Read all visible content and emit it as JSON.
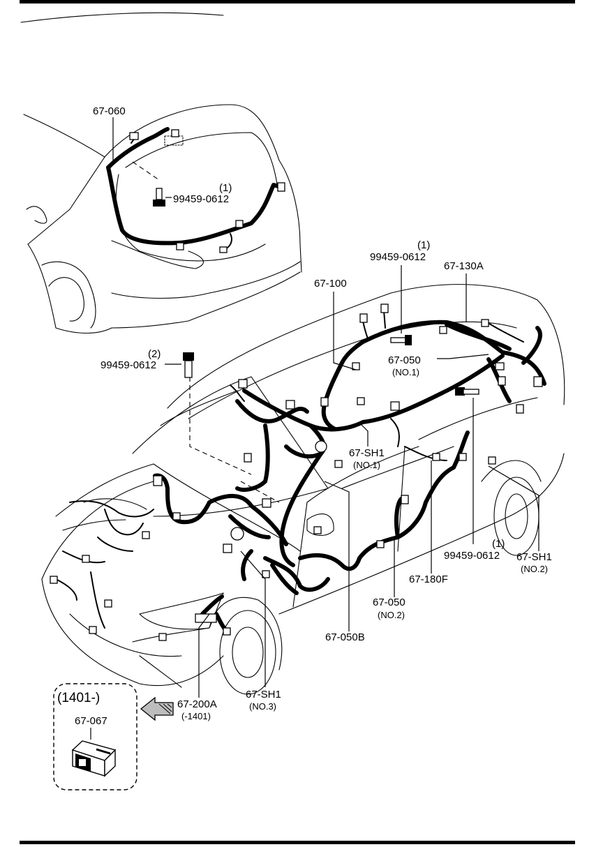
{
  "callouts": {
    "rear_harness": "67-060",
    "rear_bolt_qty": "(1)",
    "rear_bolt": "99459-0612",
    "top_bolt_qty": "(1)",
    "top_bolt": "99459-0612",
    "roof_harness": "67-130A",
    "floor_harness": "67-100",
    "left_bolt_qty": "(2)",
    "left_bolt": "99459-0612",
    "front_door_harness": "67-050",
    "front_door_harness_no": "(NO.1)",
    "shield_1": "67-SH1",
    "shield_1_no": "(NO.1)",
    "right_bolt_qty": "(1)",
    "right_bolt": "99459-0612",
    "shield_2": "67-SH1",
    "shield_2_no": "(NO.2)",
    "door_harness_2": "67-180F",
    "rear_door_harness": "67-050",
    "rear_door_harness_no": "(NO.2)",
    "front_harness_b": "67-050B",
    "shield_3": "67-SH1",
    "shield_3_no": "(NO.3)",
    "engine_harness": "67-200A",
    "engine_harness_range": "(-1401)"
  },
  "inset": {
    "range": "(1401-)",
    "part": "67-067"
  },
  "colors": {
    "line": "#000000",
    "background": "#ffffff",
    "arrow_fill": "#bdbdbd"
  }
}
